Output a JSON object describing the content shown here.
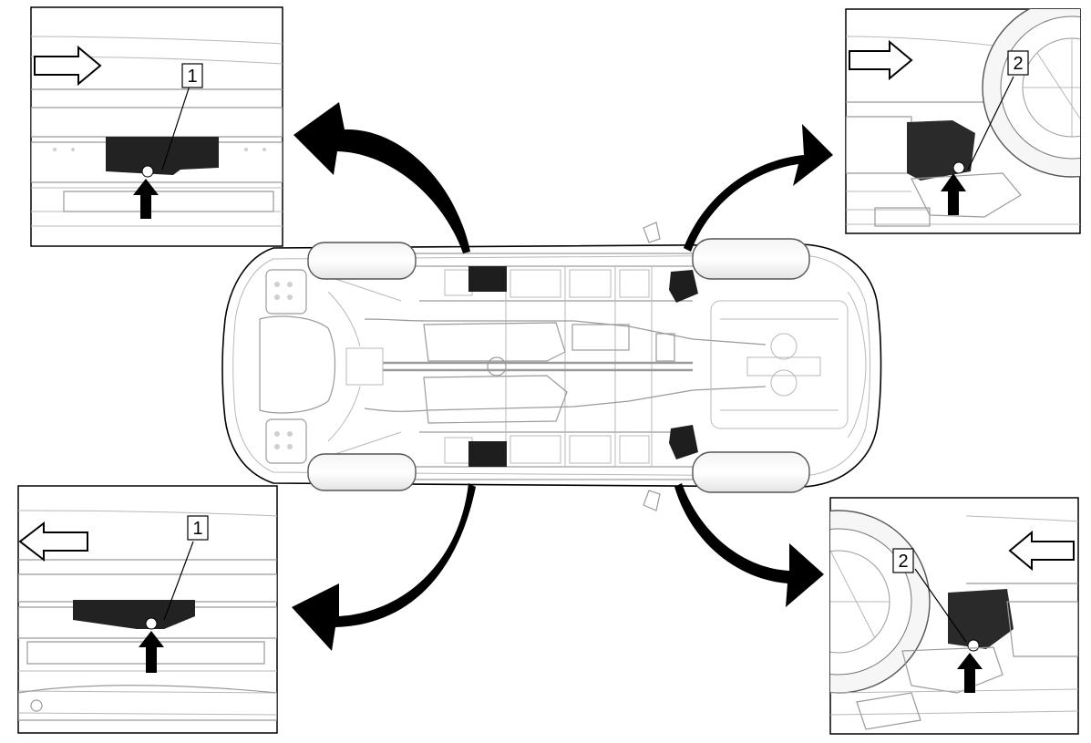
{
  "title": "",
  "views": {
    "front_left": {
      "callout": "1",
      "direction": "right"
    },
    "front_right": {
      "callout": "2",
      "direction": "right"
    },
    "rear_left": {
      "callout": "1",
      "direction": "left"
    },
    "rear_right": {
      "callout": "2",
      "direction": "left"
    }
  },
  "colors": {
    "ink": "#000000",
    "line": "#9a9a9a",
    "light": "#f2f2f2",
    "bracket": "#2a2a2a"
  }
}
